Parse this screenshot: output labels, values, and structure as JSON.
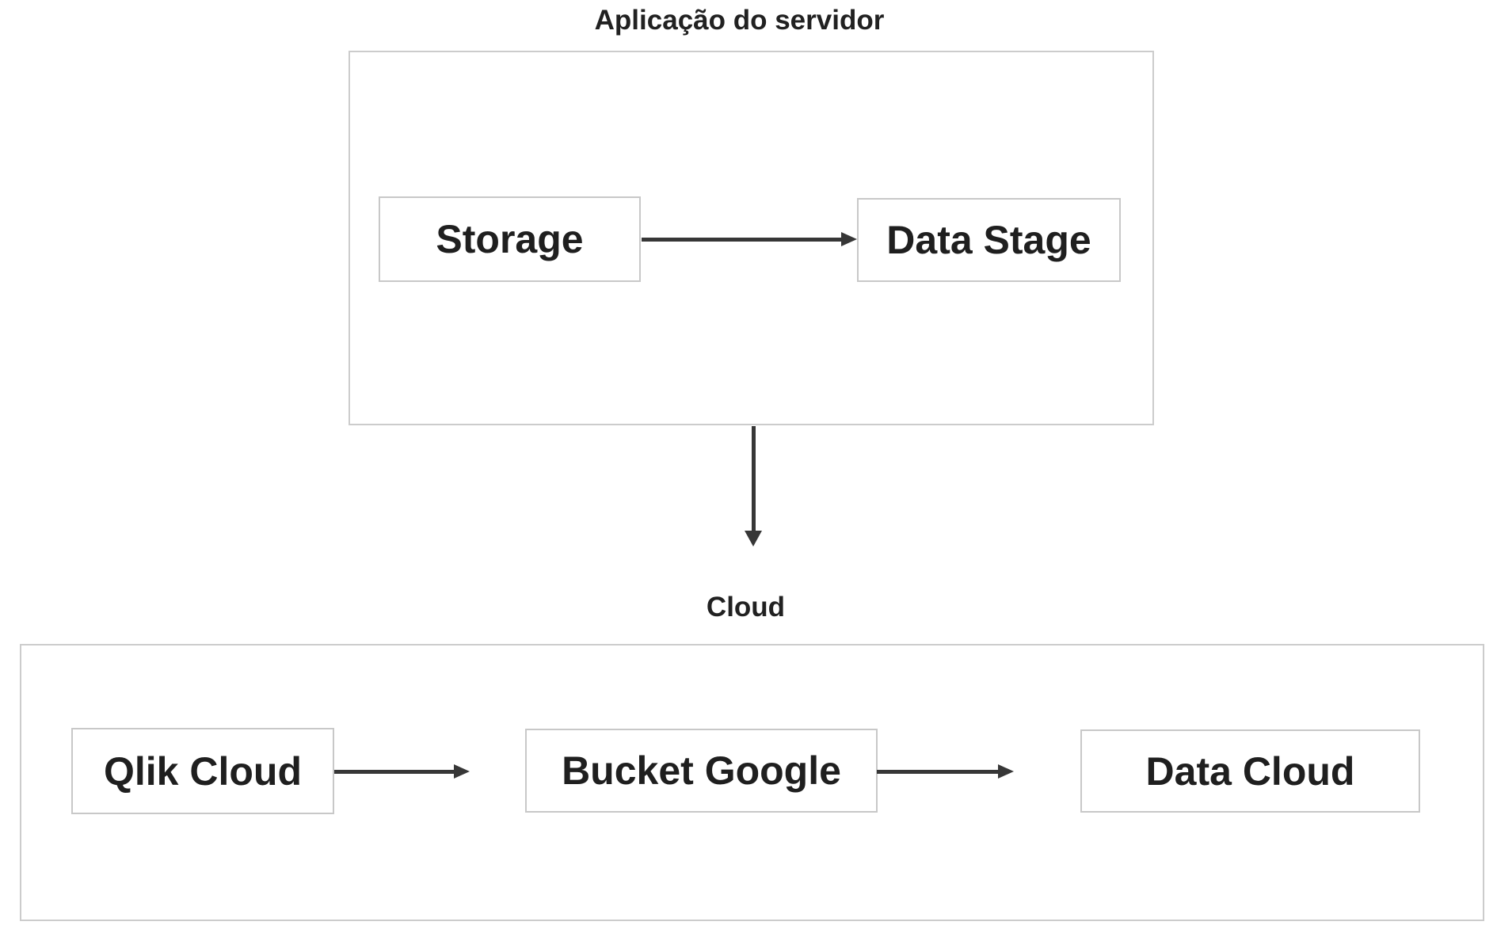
{
  "diagram": {
    "server_group": {
      "label": "Aplicação do servidor",
      "nodes": [
        {
          "id": "storage",
          "label": "Storage"
        },
        {
          "id": "data-stage",
          "label": "Data Stage"
        }
      ]
    },
    "cloud_group": {
      "label": "Cloud",
      "nodes": [
        {
          "id": "qlik-cloud",
          "label": "Qlik Cloud"
        },
        {
          "id": "bucket-google",
          "label": "Bucket Google"
        },
        {
          "id": "data-cloud",
          "label": "Data Cloud"
        }
      ]
    },
    "edges": [
      {
        "from": "Storage",
        "to": "Data Stage"
      },
      {
        "from": "Aplicação do servidor",
        "to": "Cloud"
      },
      {
        "from": "Qlik Cloud",
        "to": "Bucket Google"
      },
      {
        "from": "Bucket Google",
        "to": "Data Cloud"
      }
    ],
    "colors": {
      "background": "#ffffff",
      "container_border": "#cccccc",
      "node_border": "#c8c8c8",
      "text": "#1f1f1f",
      "arrow": "#373737"
    }
  }
}
